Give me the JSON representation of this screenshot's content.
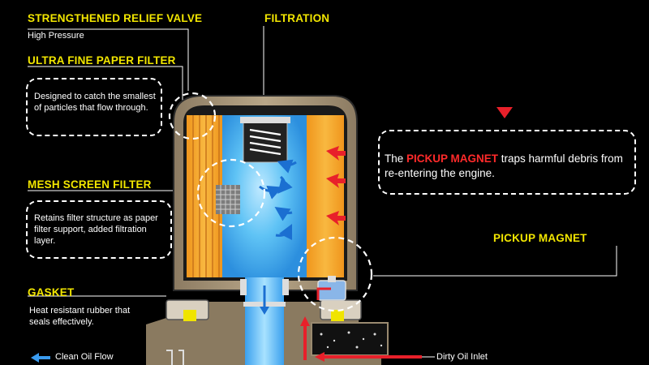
{
  "labels": {
    "relief_valve": {
      "title": "STRENGTHENED RELIEF VALVE",
      "subtitle": "High Pressure"
    },
    "filtration": {
      "title": "FILTRATION"
    },
    "paper_filter": {
      "title": "ULTRA FINE PAPER FILTER",
      "description": "Designed to catch the smallest of particles that flow through."
    },
    "mesh_filter": {
      "title": "MESH SCREEN FILTER",
      "description": "Retains filter structure as paper filter support, added filtration layer."
    },
    "gasket": {
      "title": "GASKET",
      "description": "Heat resistant rubber that seals effectively."
    },
    "pickup_magnet": {
      "title": "PICKUP MAGNET"
    }
  },
  "pickup_callout": {
    "prefix": "The ",
    "highlight": "PICKUP MAGNET",
    "suffix": " traps harmful debris from re-entering the engine."
  },
  "legend": {
    "clean_oil": "Clean Oil Flow"
  },
  "inlet": {
    "label": "Dirty Oil Inlet"
  },
  "colors": {
    "label_yellow": "#f2e600",
    "highlight_red": "#ff2a2a",
    "flow_red": "#e8202a",
    "clean_blue": "#2b8ae6",
    "paper_orange": "#f6a928",
    "housing": "#b29f82"
  }
}
